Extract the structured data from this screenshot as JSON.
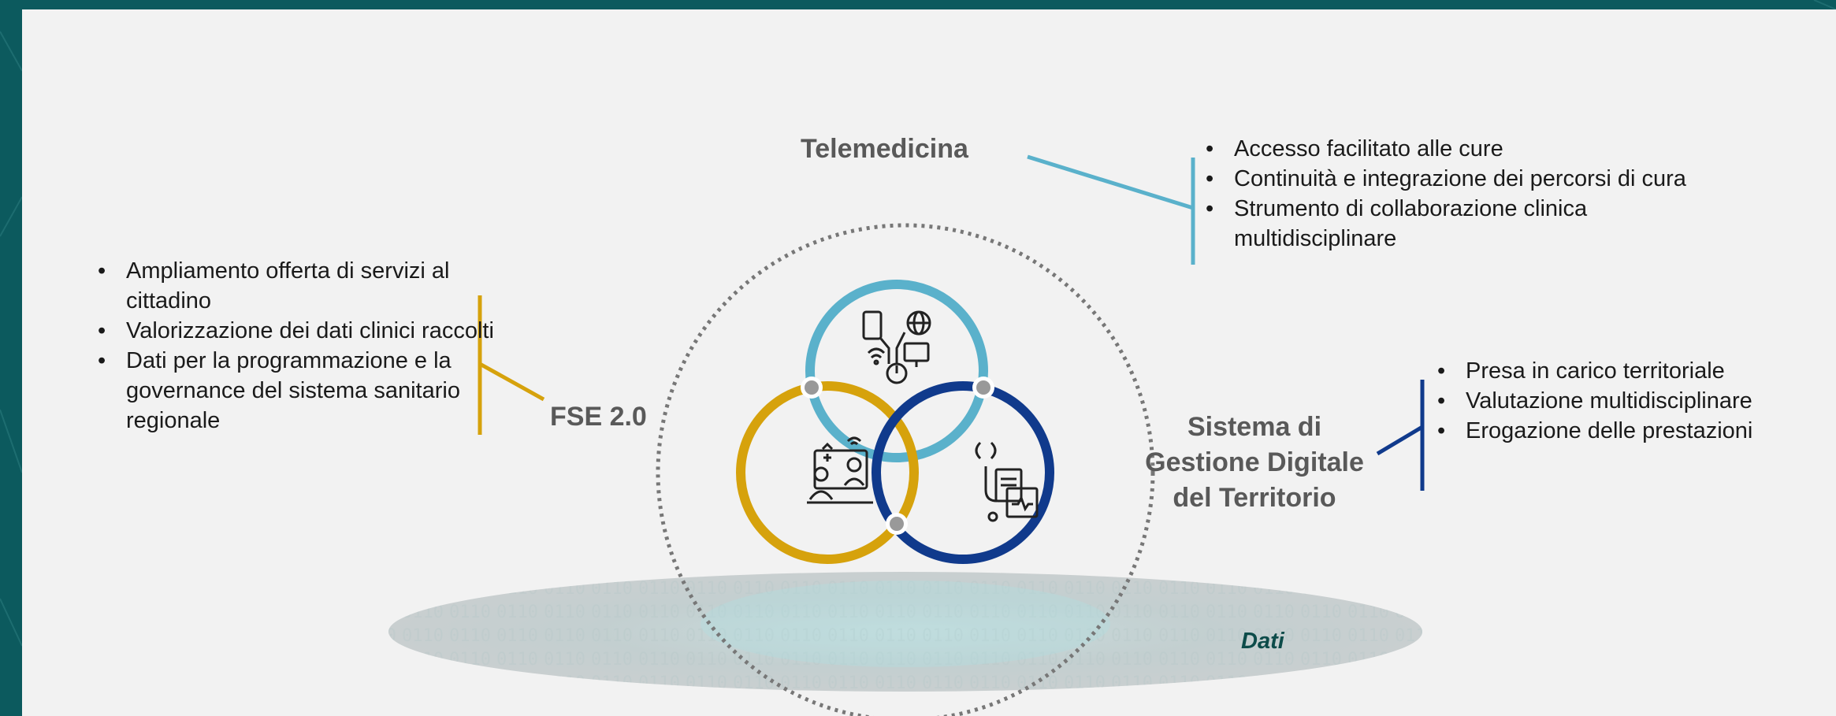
{
  "diagram": {
    "telemedicina": {
      "title": "Telemedicina",
      "color": "#5ab1cb",
      "icon": "telemedicine-devices-icon",
      "bullets": [
        "Accesso facilitato alle cure",
        "Continuità e integrazione dei percorsi di cura",
        "Strumento di collaborazione clinica multidisciplinare"
      ]
    },
    "fse": {
      "title": "FSE 2.0",
      "color": "#d6a20c",
      "icon": "doctor-patient-screen-icon",
      "bullets": [
        "Ampliamento offerta di servizi al cittadino",
        "Valorizzazione dei dati clinici raccolti",
        "Dati per la programmazione e la governance del sistema sanitario regionale"
      ]
    },
    "sgdt": {
      "title_lines": [
        "Sistema di",
        "Gestione Digitale",
        "del Territorio"
      ],
      "color": "#103a8c",
      "icon": "stethoscope-records-icon",
      "bullets": [
        "Presa in carico territoriale",
        "Valutazione multidisciplinare",
        "Erogazione delle prestazioni"
      ]
    },
    "base": {
      "label": "Dati",
      "label_color": "#0d4c4a"
    }
  },
  "colors": {
    "slide_background": "#f2f2f2",
    "frame_background": "#0c5a5e",
    "connector_dot": "#999999",
    "dashed_circle": "#777777"
  }
}
